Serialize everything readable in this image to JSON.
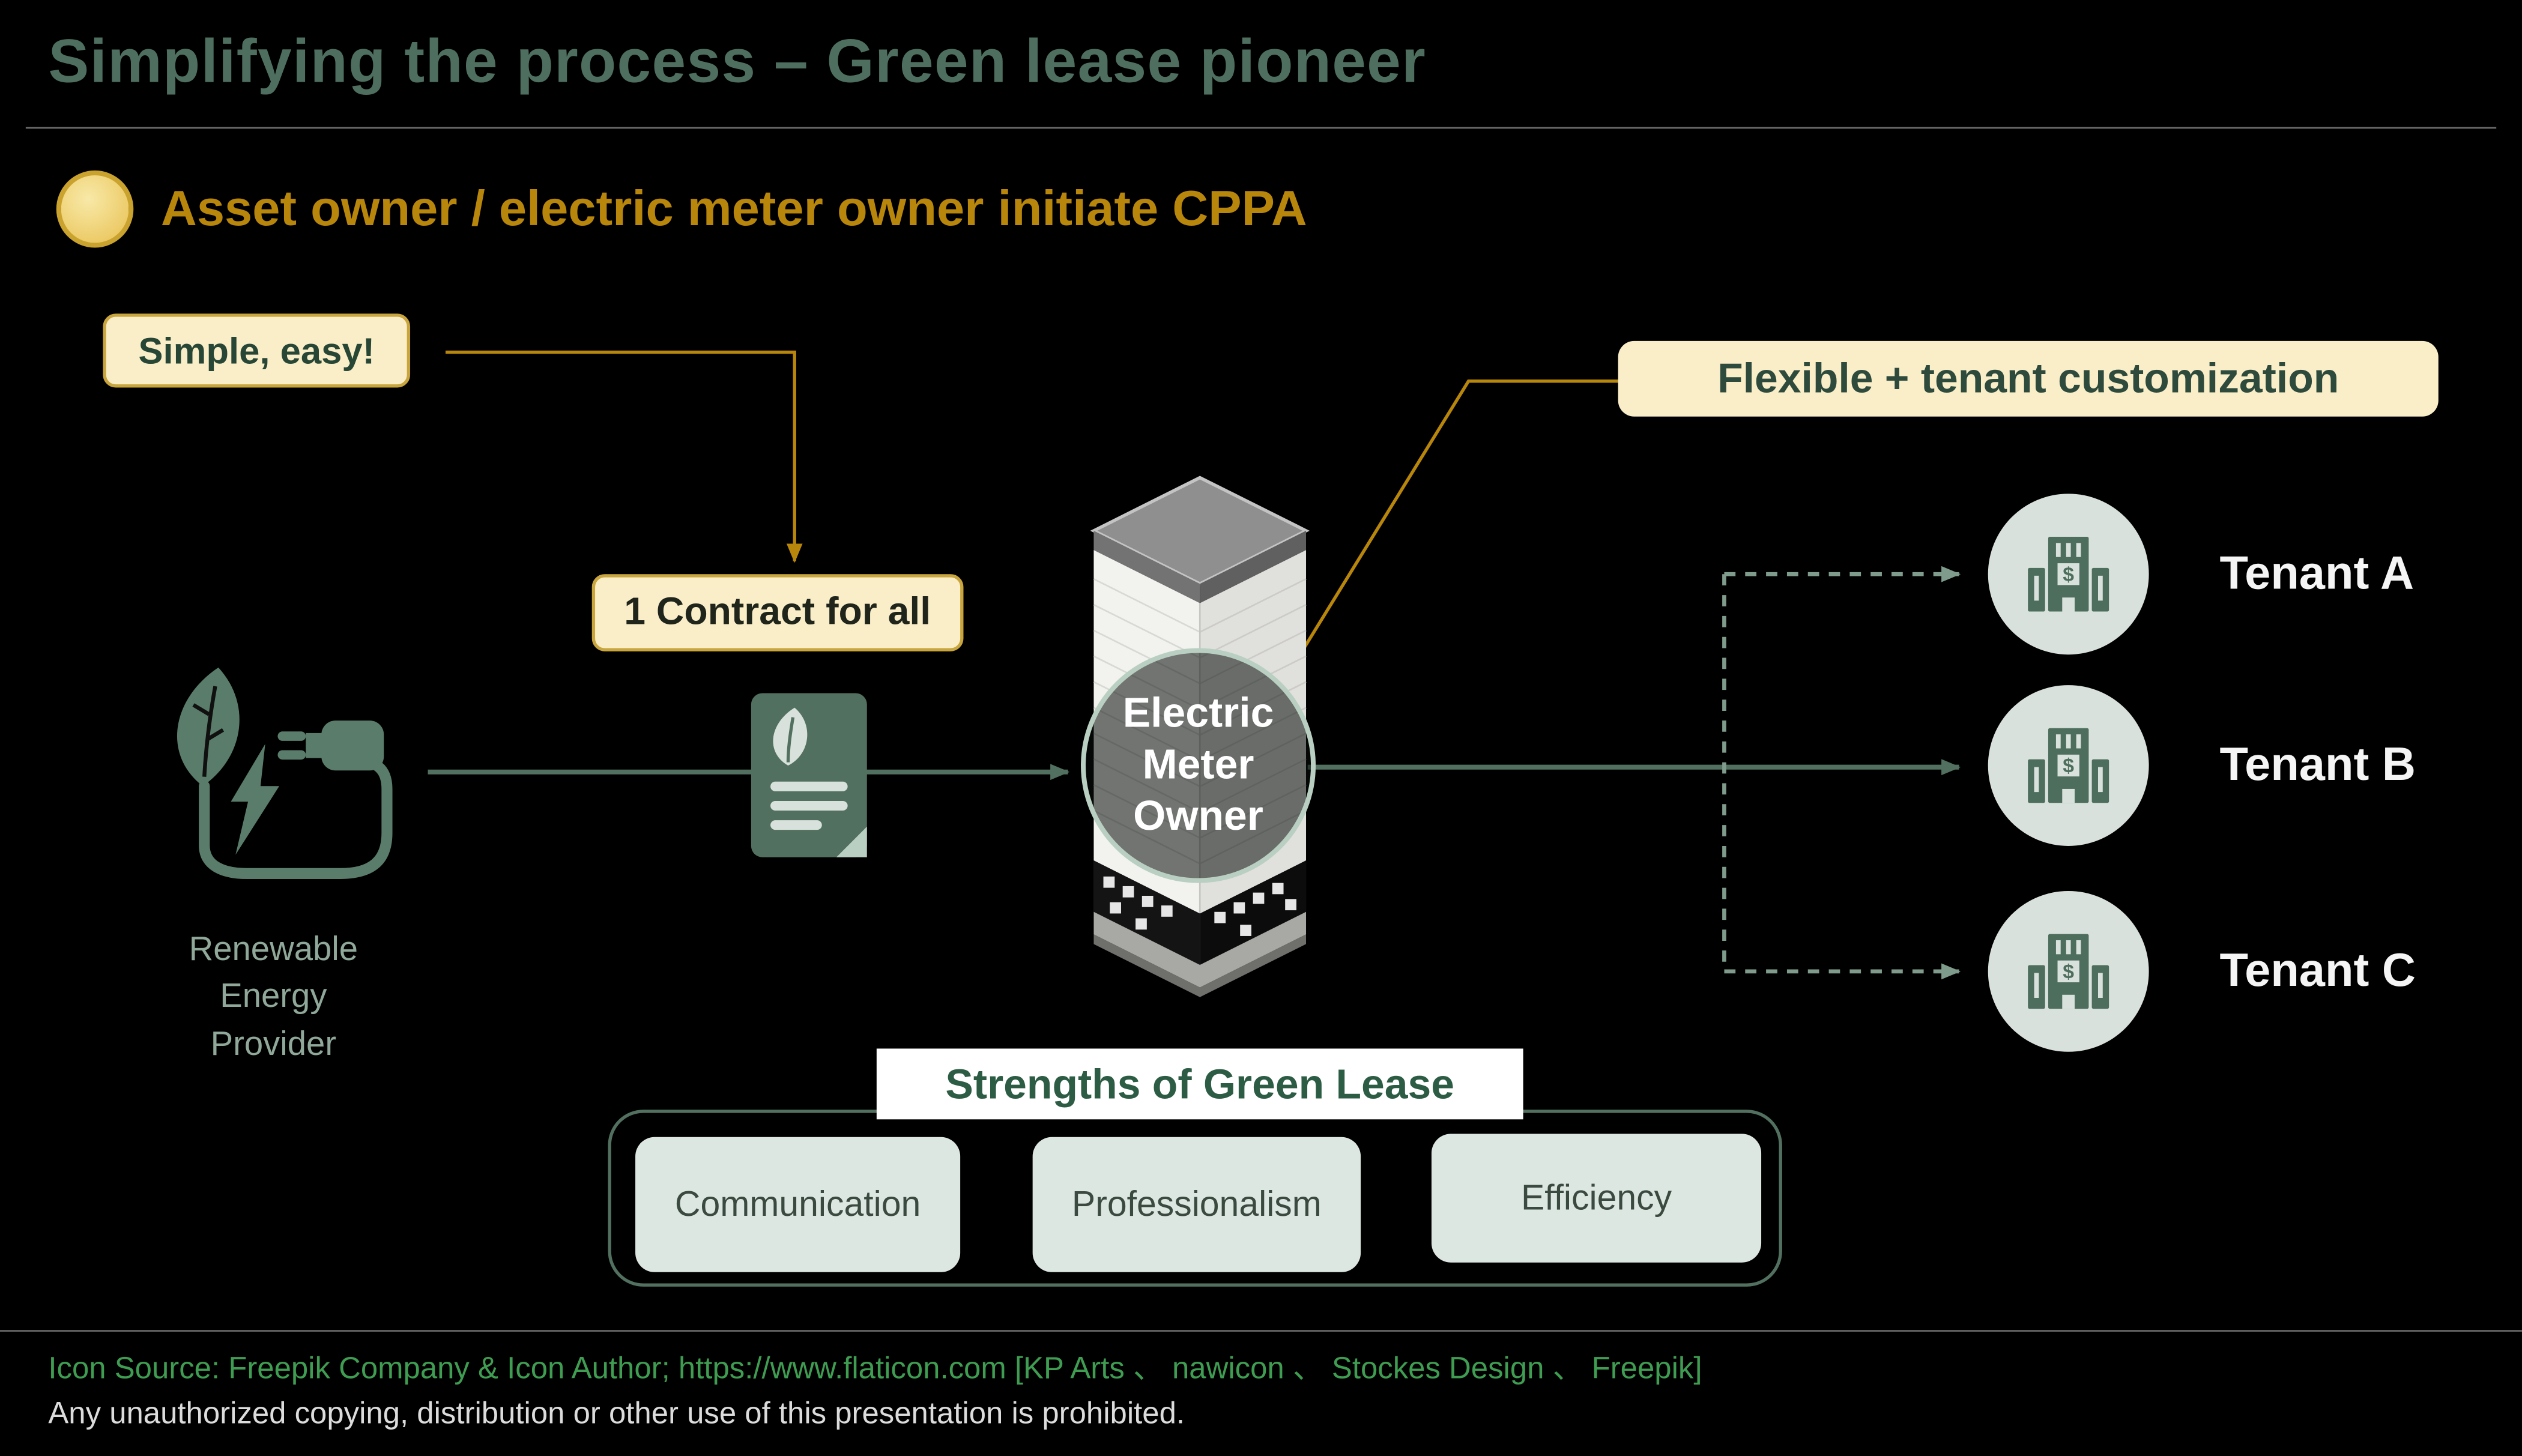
{
  "slide": {
    "title": "Simplifying the process – Green lease pioneer",
    "heading": "Asset owner / electric meter owner initiate CPPA"
  },
  "callouts": {
    "simple": "Simple, easy!",
    "contract": "1 Contract for all",
    "flexible": "Flexible + tenant customization"
  },
  "labels": {
    "provider": "Renewable\nEnergy\nProvider",
    "meter_owner": "Electric\nMeter\nOwner"
  },
  "tenants": [
    {
      "label": "Tenant A"
    },
    {
      "label": "Tenant B"
    },
    {
      "label": "Tenant C"
    }
  ],
  "strengths": {
    "title": "Strengths of Green Lease",
    "items": [
      "Communication",
      "Professionalism",
      "Efficiency"
    ]
  },
  "footer": {
    "source": "Icon Source: Freepik Company &  Icon Author; https://www.flaticon.com [KP Arts 、 nawicon 、 Stockes Design 、 Freepik]",
    "copyright": "Any unauthorized copying, distribution or other use of this presentation is prohibited."
  },
  "icons": {
    "bullet": "gold-circle-bullet",
    "provider": "leaf-plug-lightning",
    "contract_doc": "green-document-with-leaf",
    "meter_building": "isometric-office-tower",
    "tenant": "building-with-dollar",
    "dollar_glyph": "$"
  },
  "colors": {
    "title_green": "#4e6f5f",
    "gold": "#b8860b",
    "cream": "#faeec9",
    "green": "#52705f",
    "sage": "#8fa899",
    "light_panel": "#dde7e1"
  }
}
